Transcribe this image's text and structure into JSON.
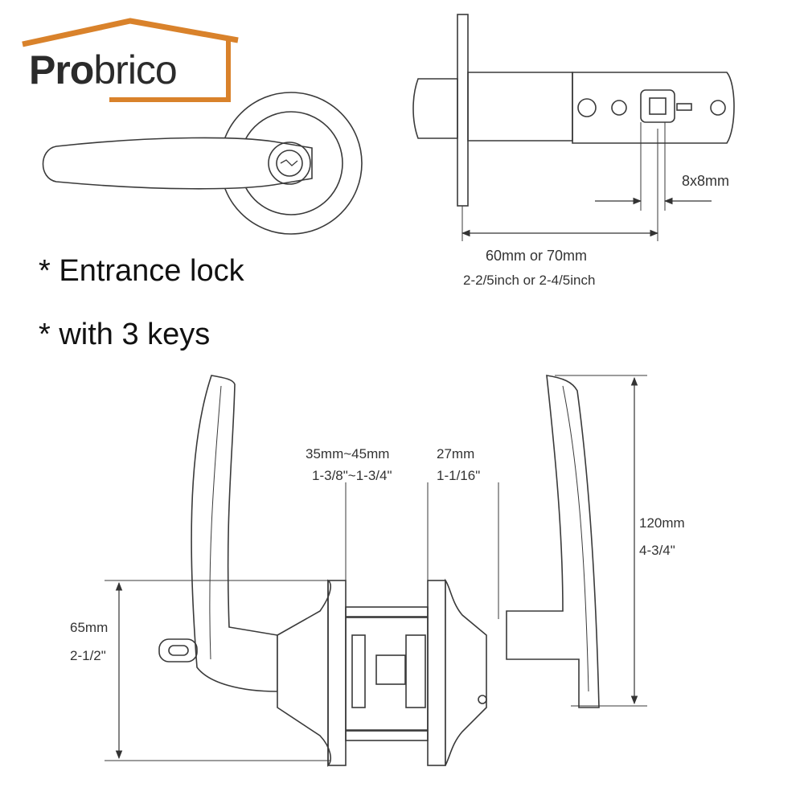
{
  "brand": {
    "name_bold": "Pro",
    "name_rest": "brico",
    "color_text": "#2b2b2b",
    "color_roof": "#d9822b"
  },
  "features": [
    "* Entrance lock",
    "* with 3 keys"
  ],
  "latch": {
    "spindle_size": "8x8mm",
    "backset_metric": "60mm or 70mm",
    "backset_imperial": "2-2/5inch or 2-4/5inch"
  },
  "lockset": {
    "door_thickness_metric": "35mm~45mm",
    "door_thickness_imperial": "1-3/8\"~1-3/4\"",
    "rose_depth_metric": "27mm",
    "rose_depth_imperial": "1-1/16\"",
    "lever_height_metric": "120mm",
    "lever_height_imperial": "4-3/4\"",
    "rose_diameter_metric": "65mm",
    "rose_diameter_imperial": "2-1/2\""
  },
  "line_color": "#3a3a3a"
}
